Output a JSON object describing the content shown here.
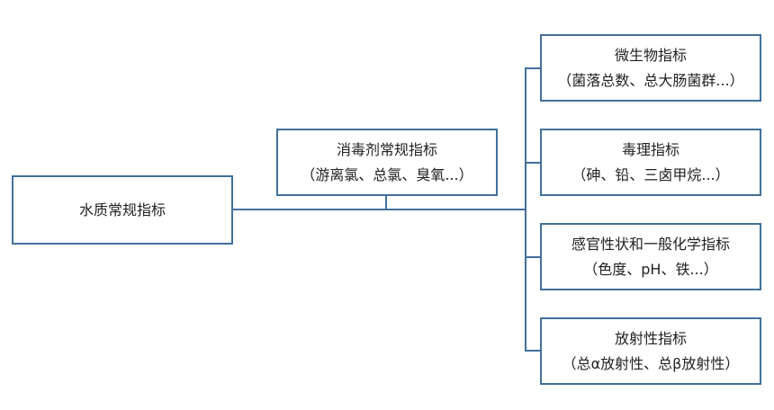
{
  "root": {
    "label": "水质常规指标"
  },
  "disinfectant": {
    "title": "消毒剂常规指标",
    "detail": "（游离氯、总氯、臭氧...）"
  },
  "branches": [
    {
      "title": "微生物指标",
      "detail": "（菌落总数、总大肠菌群...）"
    },
    {
      "title": "毒理指标",
      "detail": "（砷、铅、三卤甲烷...）"
    },
    {
      "title": "感官性状和一般化学指标",
      "detail": "（色度、pH、铁...）"
    },
    {
      "title": "放射性指标",
      "detail": "（总α放射性、总β放射性）"
    }
  ],
  "colors": {
    "border": "#41709c",
    "connector": "#41709c"
  }
}
